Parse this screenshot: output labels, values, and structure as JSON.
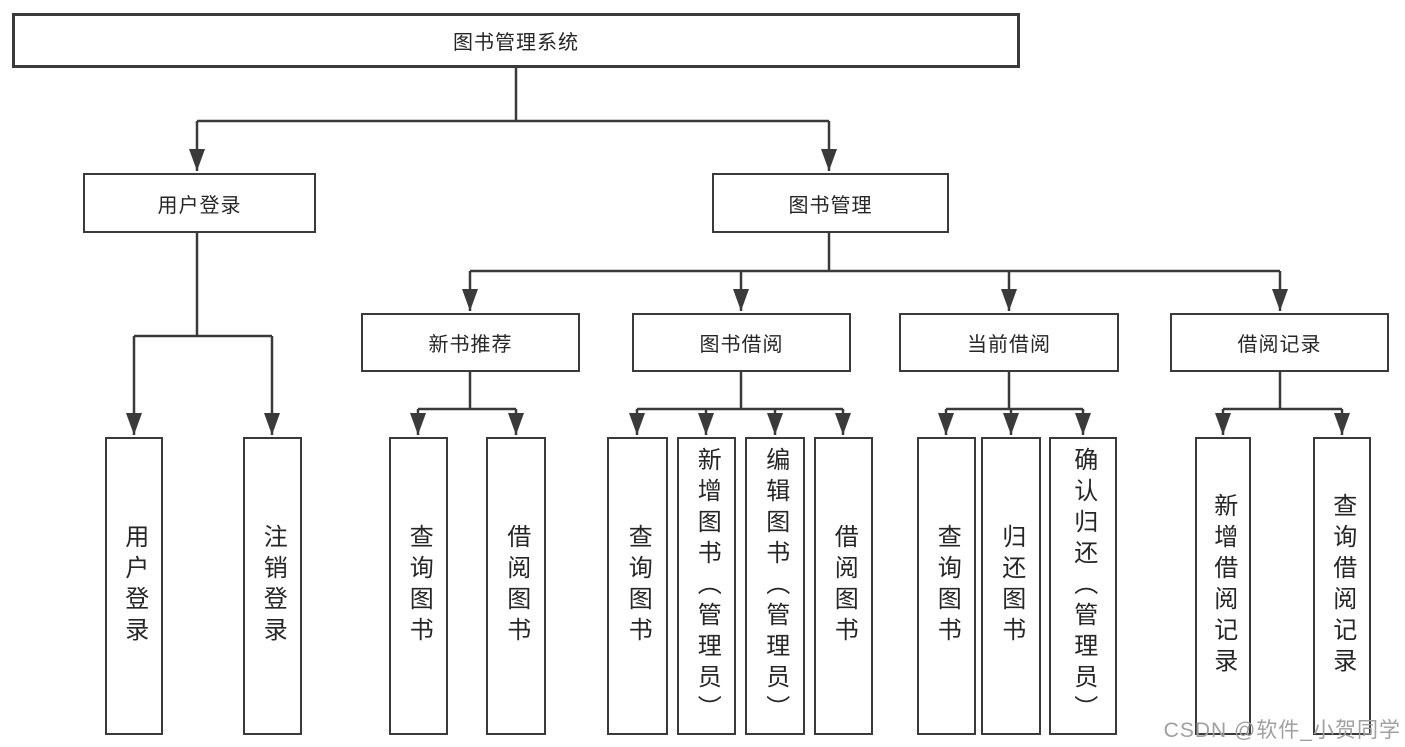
{
  "tree": {
    "label": "图书管理系统",
    "children": [
      {
        "label": "用户登录",
        "children": [
          {
            "label": "用户登录"
          },
          {
            "label": "注销登录"
          }
        ]
      },
      {
        "label": "图书管理",
        "children": [
          {
            "label": "新书推荐",
            "children": [
              {
                "label": "查询图书"
              },
              {
                "label": "借阅图书"
              }
            ]
          },
          {
            "label": "图书借阅",
            "children": [
              {
                "label": "查询图书"
              },
              {
                "label": "新增图书（管理员）"
              },
              {
                "label": "编辑图书（管理员）"
              },
              {
                "label": "借阅图书"
              }
            ]
          },
          {
            "label": "当前借阅",
            "children": [
              {
                "label": "查询图书"
              },
              {
                "label": "归还图书"
              },
              {
                "label": "确认归还（管理员）"
              }
            ]
          },
          {
            "label": "借阅记录",
            "children": [
              {
                "label": "新增借阅记录"
              },
              {
                "label": "查询借阅记录"
              }
            ]
          }
        ]
      }
    ]
  },
  "watermark": "CSDN @软件_小贺同学",
  "colors": {
    "line": "#3a3a3a",
    "text": "#262626",
    "box_background": "#ffffff",
    "watermark": "#a0a0a0",
    "background": "#ffffff"
  }
}
